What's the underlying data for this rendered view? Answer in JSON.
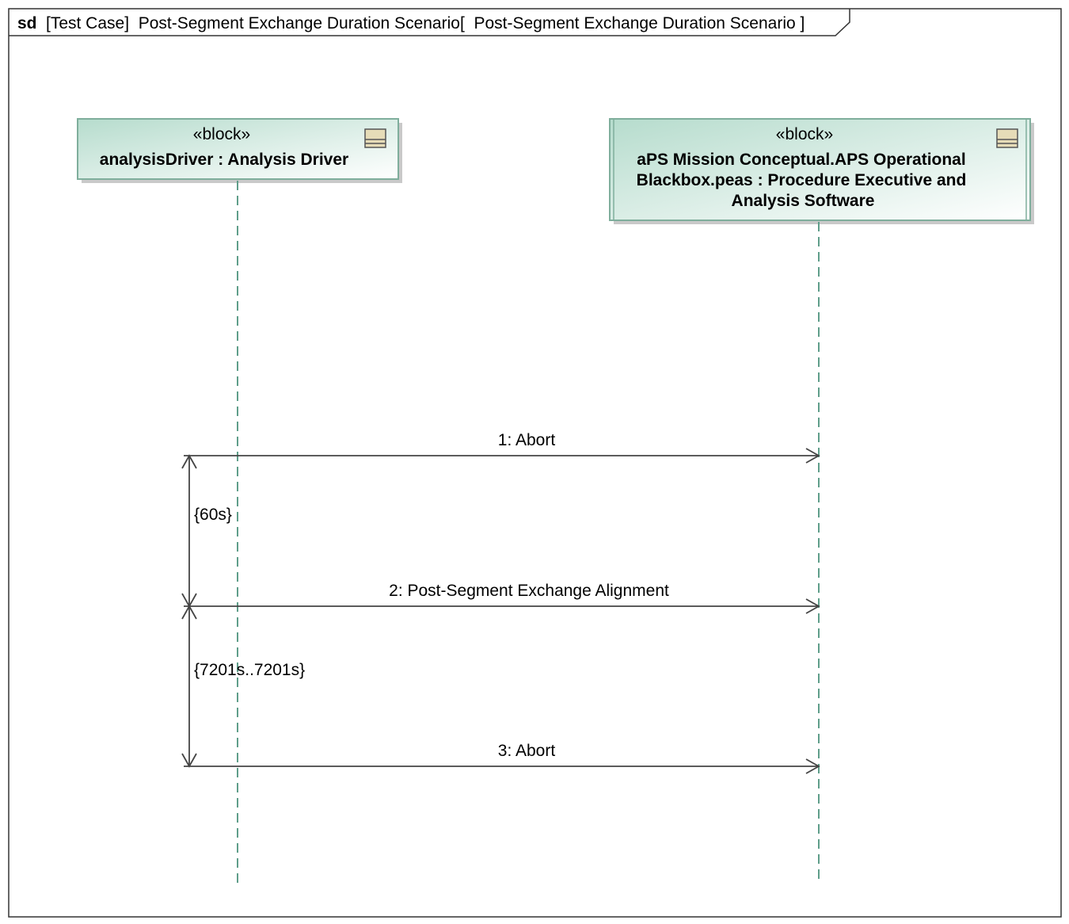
{
  "frame": {
    "kind": "sd",
    "title": "[Test Case]  Post-Segment Exchange Duration Scenario[  Post-Segment Exchange Duration Scenario ]"
  },
  "lifelines": [
    {
      "stereotype": "«block»",
      "name_lines": [
        "analysisDriver : Analysis Driver"
      ]
    },
    {
      "stereotype": "«block»",
      "name_lines": [
        "aPS Mission Conceptual.APS Operational",
        "Blackbox.peas : Procedure Executive and",
        "Analysis Software"
      ]
    }
  ],
  "messages": [
    {
      "label": "1: Abort"
    },
    {
      "label": "2: Post-Segment Exchange Alignment"
    },
    {
      "label": "3: Abort"
    }
  ],
  "duration_constraints": [
    {
      "label": "{60s}"
    },
    {
      "label": "{7201s..7201s}"
    }
  ],
  "colors": {
    "lifeline": "#5f9e8a",
    "block_fill_start": "#bfe2d4",
    "block_fill_end": "#ffffff",
    "block_border": "#7fae9c",
    "line": "#444444"
  }
}
